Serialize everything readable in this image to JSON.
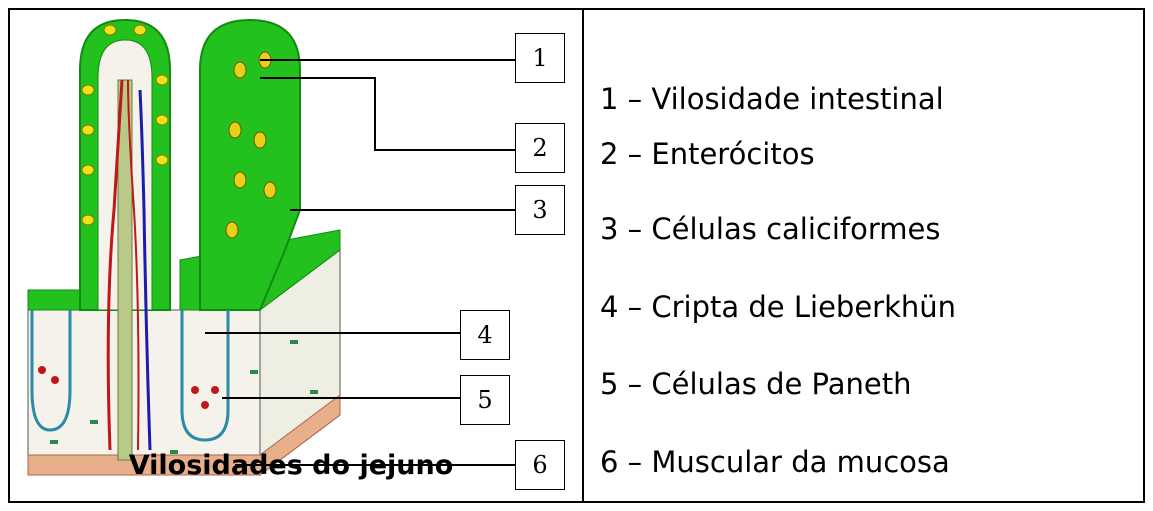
{
  "caption": "Vilosidades do jejuno",
  "callouts": [
    "1",
    "2",
    "3",
    "4",
    "5",
    "6"
  ],
  "legend": [
    "1 – Vilosidade intestinal",
    "2 – Enterócitos",
    "3 – Células caliciformes",
    "4 – Cripta de Lieberkhün",
    "5 – Células de Paneth",
    "6 – Muscular da mucosa"
  ],
  "colors": {
    "epithelium": "#22c11e",
    "epithelium_dark": "#138a12",
    "goblet_cells": "#f0e11a",
    "lamina_propria": "#f4f2ea",
    "artery": "#c01818",
    "vein": "#1c1caa",
    "lacteal": "#b9c98a",
    "crypt_outline": "#2a8aa8",
    "muscularis": "#e8b08a"
  }
}
